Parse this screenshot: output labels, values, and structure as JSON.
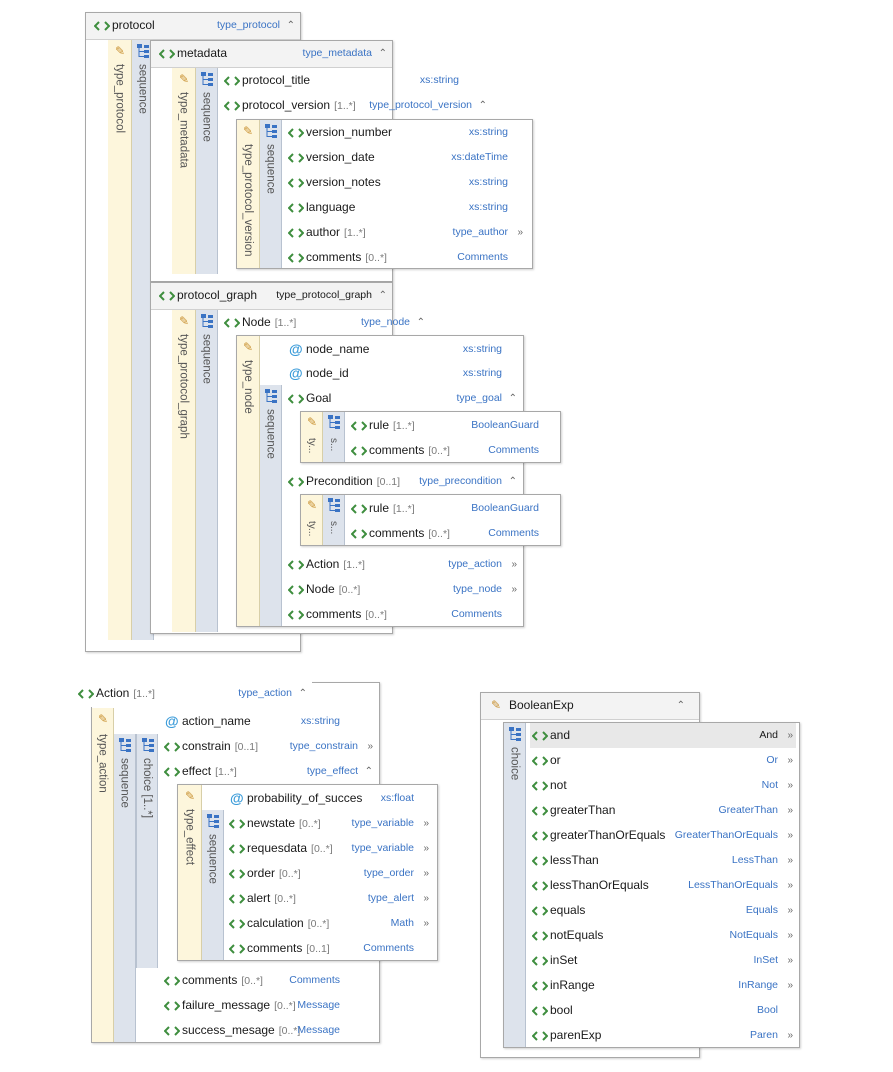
{
  "colors": {
    "type_strip": "#fdf6dc",
    "seq_strip": "#dde3ec",
    "link": "#3a73c4",
    "element_icon": "#3e8e3e",
    "attribute_icon": "#3a9bd9"
  },
  "labels": {
    "type_protocol": "type_protocol",
    "sequence": "sequence",
    "type_metadata": "type_metadata",
    "type_protocol_version": "type_protocol_version",
    "type_protocol_graph": "type_protocol_graph",
    "type_node": "type_node",
    "ty_short": "ty...",
    "s_short": "s...",
    "type_action": "type_action",
    "choice_card": "choice [1..*]",
    "type_effect": "type_effect",
    "choice": "choice"
  },
  "protocol": {
    "name": "protocol",
    "type": "type_protocol"
  },
  "metadata": {
    "name": "metadata",
    "type": "type_metadata"
  },
  "protocol_title": {
    "name": "protocol_title",
    "type": "xs:string"
  },
  "protocol_version": {
    "name": "protocol_version",
    "card": "[1..*]",
    "type": "type_protocol_version"
  },
  "version_rows": [
    {
      "name": "version_number",
      "card": "",
      "type": "xs:string",
      "ctl": ""
    },
    {
      "name": "version_date",
      "card": "",
      "type": "xs:dateTime",
      "ctl": ""
    },
    {
      "name": "version_notes",
      "card": "",
      "type": "xs:string",
      "ctl": ""
    },
    {
      "name": "language",
      "card": "",
      "type": "xs:string",
      "ctl": ""
    },
    {
      "name": "author",
      "card": "[1..*]",
      "type": "type_author",
      "ctl": "»"
    },
    {
      "name": "comments",
      "card": "[0..*]",
      "type": "Comments",
      "ctl": ""
    }
  ],
  "protocol_graph": {
    "name": "protocol_graph",
    "type": "type_protocol_graph"
  },
  "node": {
    "name": "Node",
    "card": "[1..*]",
    "type": "type_node"
  },
  "node_name": {
    "name": "node_name",
    "type": "xs:string"
  },
  "node_id": {
    "name": "node_id",
    "type": "xs:string"
  },
  "goal": {
    "name": "Goal",
    "type": "type_goal"
  },
  "goal_rows": [
    {
      "name": "rule",
      "card": "[1..*]",
      "type": "BooleanGuard"
    },
    {
      "name": "comments",
      "card": "[0..*]",
      "type": "Comments"
    }
  ],
  "precondition": {
    "name": "Precondition",
    "card": "[0..1]",
    "type": "type_precondition"
  },
  "pre_rows": [
    {
      "name": "rule",
      "card": "[1..*]",
      "type": "BooleanGuard"
    },
    {
      "name": "comments",
      "card": "[0..*]",
      "type": "Comments"
    }
  ],
  "node_tail": [
    {
      "name": "Action",
      "card": "[1..*]",
      "type": "type_action",
      "ctl": "»"
    },
    {
      "name": "Node",
      "card": "[0..*]",
      "type": "type_node",
      "ctl": "»"
    },
    {
      "name": "comments",
      "card": "[0..*]",
      "type": "Comments",
      "ctl": ""
    }
  ],
  "action": {
    "name": "Action",
    "card": "[1..*]",
    "type": "type_action"
  },
  "action_name": {
    "name": "action_name",
    "type": "xs:string"
  },
  "constrain": {
    "name": "constrain",
    "card": "[0..1]",
    "type": "type_constrain"
  },
  "effect": {
    "name": "effect",
    "card": "[1..*]",
    "type": "type_effect"
  },
  "probability": {
    "name": "probability_of_succes",
    "type": "xs:float"
  },
  "effect_rows": [
    {
      "name": "newstate",
      "card": "[0..*]",
      "type": "type_variable",
      "ctl": "»"
    },
    {
      "name": "requesdata",
      "card": "[0..*]",
      "type": "type_variable",
      "ctl": "»"
    },
    {
      "name": "order",
      "card": "[0..*]",
      "type": "type_order",
      "ctl": "»"
    },
    {
      "name": "alert",
      "card": "[0..*]",
      "type": "type_alert",
      "ctl": "»"
    },
    {
      "name": "calculation",
      "card": "[0..*]",
      "type": "Math",
      "ctl": "»"
    },
    {
      "name": "comments",
      "card": "[0..1]",
      "type": "Comments",
      "ctl": ""
    }
  ],
  "action_tail": [
    {
      "name": "comments",
      "card": "[0..*]",
      "type": "Comments"
    },
    {
      "name": "failure_message",
      "card": "[0..*]",
      "type": "Message"
    },
    {
      "name": "success_mesage",
      "card": "[0..*]",
      "type": "Message"
    }
  ],
  "booleanexp": {
    "name": "BooleanExp"
  },
  "bool_rows": [
    {
      "name": "and",
      "type": "And",
      "ctl": "»"
    },
    {
      "name": "or",
      "type": "Or",
      "ctl": "»"
    },
    {
      "name": "not",
      "type": "Not",
      "ctl": "»"
    },
    {
      "name": "greaterThan",
      "type": "GreaterThan",
      "ctl": "»"
    },
    {
      "name": "greaterThanOrEquals",
      "type": "GreaterThanOrEquals",
      "ctl": "»"
    },
    {
      "name": "lessThan",
      "type": "LessThan",
      "ctl": "»"
    },
    {
      "name": "lessThanOrEquals",
      "type": "LessThanOrEquals",
      "ctl": "»"
    },
    {
      "name": "equals",
      "type": "Equals",
      "ctl": "»"
    },
    {
      "name": "notEquals",
      "type": "NotEquals",
      "ctl": "»"
    },
    {
      "name": "inSet",
      "type": "InSet",
      "ctl": "»"
    },
    {
      "name": "inRange",
      "type": "InRange",
      "ctl": "»"
    },
    {
      "name": "bool",
      "type": "Bool",
      "ctl": ""
    },
    {
      "name": "parenExp",
      "type": "Paren",
      "ctl": "»"
    }
  ],
  "icons": {
    "element": "element-icon",
    "attribute": "attribute-icon",
    "type": "type-icon",
    "sequence": "sequence-icon",
    "choice": "choice-icon",
    "collapse": "collapse-icon",
    "expand": "expand-icon"
  }
}
